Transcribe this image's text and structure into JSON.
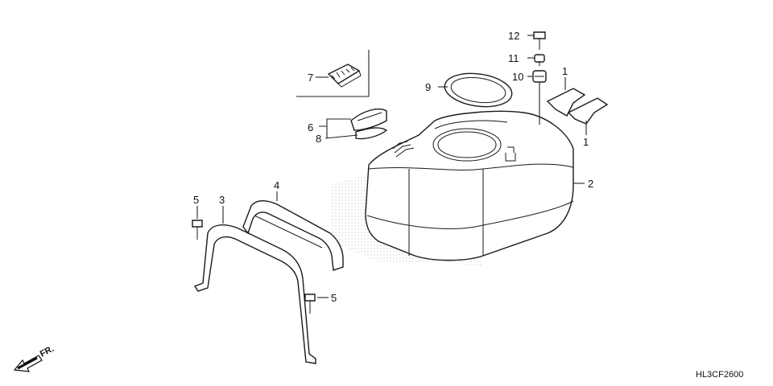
{
  "diagram": {
    "callouts": {
      "c1a": "1",
      "c1b": "1",
      "c2": "2",
      "c3": "3",
      "c4": "4",
      "c5a": "5",
      "c5b": "5",
      "c6": "6",
      "c7": "7",
      "c8": "8",
      "c9": "9",
      "c10": "10",
      "c11": "11",
      "c12": "12"
    },
    "direction_label": "FR.",
    "drawing_code": "HL3CF2600",
    "colors": {
      "line": "#1a1a1a",
      "background": "#ffffff",
      "stipple": "#bdbdbd"
    }
  }
}
